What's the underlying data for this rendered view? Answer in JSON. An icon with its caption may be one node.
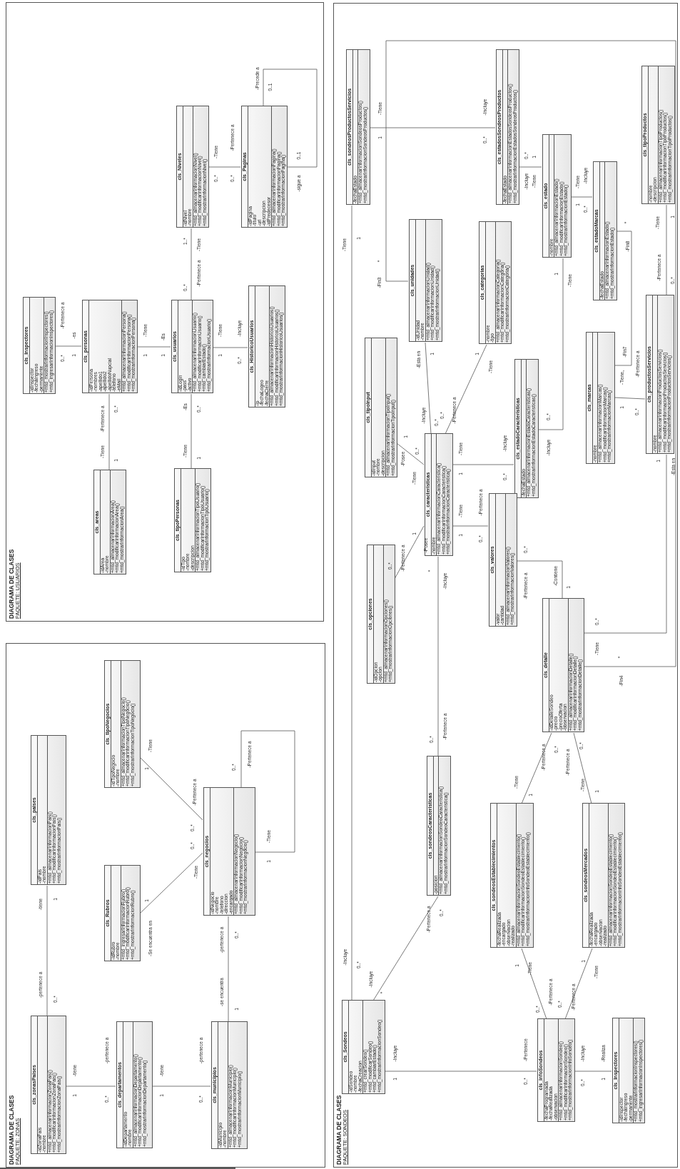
{
  "diagram": {
    "nodes": [
      {
        "text": [
          "DIAGRAMA DE CLASES",
          "PAQUETE: USUARIOS"
        ]
      },
      {
        "text": [
          "cls_Niveles",
          "-idNivel -nombre",
          "+mtd_almacenarInformacionNivel() +mtd_modificarInformacionNivel() +mtd_mostrarInformacionNivel()"
        ],
        "in": 0
      },
      {
        "text": [
          "cls_Paginas",
          "-idPagina -titulo -url -descripcion -idPredecesor",
          "+mtd_almacenarInformacionPagina() +mtd_modificarInformacionPagina() +mtd_mostrarInformacionPagina()"
        ],
        "in": 0
      },
      {
        "text": [
          "cls_Inspectores",
          "-idInspector -fechaIngreso -permanente",
          "+mtd_mostrarInformacionInspectores() +mtd_ingresarInformacionInspectores()"
        ],
        "in": 0
      },
      {
        "text": [
          "cls_personas",
          "-idPersona -nombres -apellido1 -apellido2 -apellidoNupcial -telefono -eMail",
          "+mtd_almacenarInformacionPersona() +mtd_modificarInformacionPersona() +mtd_mostrarInformacionPersona()"
        ],
        "in": 0
      },
      {
        "text": [
          "cls_usuarios",
          "-idLogin -pass -activo",
          "+mtd_almacenarInformacionUsuario() +mtd_modificarInformacionUsuario() +mtd_cambiarEstado() +mtd_mostrarInformacionUsuario()"
        ],
        "in": 0
      },
      {
        "text": [
          "cls_HistoricoUsuarios",
          "-ip -fechaLogeo -fechaCierre",
          "+mtd_almacenarInformacionHistoricoUsuarios() +mtd_modificarInformacionHistoricoUsuarios() +mtd_mostrarInformacionHistoricoUsuarios()"
        ],
        "in": 0
      },
      {
        "text": [
          "cls_areas",
          "-idArea -nombre",
          "+mtd_almacenarInformacionArea() +mtd_modificarInformacionArea() +mtd_mostrarInformacionArea()"
        ],
        "in": 0
      },
      {
        "text": [
          "cls_tipoPersonas",
          "-idTipo -nombre -descripcion",
          "+mtd_almacenarInformacionTipoUsuario() +mtd_modificarInformacionTipoUsuario() +mtd_mostrarInformacionTipoUsuario()"
        ],
        "in": 0
      },
      {
        "text": [
          "DIAGRAMA DE CLASES",
          "PAQUETE: ZONAS"
        ]
      },
      {
        "text": [
          "cls_zonasPaises",
          "-idZonaPais -nombre",
          "+mtd_almacenarInformacionZonaPais() +mtd_modificarInformacionZonaPais() +mtd_mostrarInformacionZonaPais()"
        ],
        "in": 9
      },
      {
        "text": [
          "cls_paises",
          "-idPais -nombre",
          "+mtd_almacenarInformacionPais() +mtd_modificarInformacionPais() +mtd_mostrarInformacionPais()"
        ],
        "in": 9
      },
      {
        "text": [
          "cls_departamentos",
          "-idDepartamento -nombre",
          "+mtd_almacenarInformacionDepartamento() +mtd_modificarInformacionDepartamento() +mtd_mostrarInformacionDepartamento()"
        ],
        "in": 9
      },
      {
        "text": [
          "cls_tipoNegocios",
          "-idTipoNegocio -nombre",
          "+mtd_almacenarInformacionTipoNegocio() +mtd_modificarInformacionTipoNegocio() +mtd_mostrarInformacionTipoNegocio()"
        ],
        "in": 9
      },
      {
        "text": [
          "cls_Rubros",
          "-idRubro -nombre",
          "+mtd_ingresarInformacionRubro() +mtd_modificarInformacionRubro() +mtd_mostrarInformacionRubro()"
        ],
        "in": 9
      },
      {
        "text": [
          "cls_negocios",
          "-idNegocio -nombre -telefono -direccion -encargado",
          "+mtd_almacenarInformacionNegocio() +mtd_modificarInformacionNegocio() +mtd_mostrarInformacionNegocio()"
        ],
        "in": 9
      },
      {
        "text": [
          "cls_municipios",
          "-idMunicipio -nombre",
          "+mtd_almacenarInformacionMunicipio() +mtd_modificarInformacionMunicipio() +mtd_mostrarInformacionMunicipio()"
        ],
        "in": 9
      },
      {
        "text": [
          "DIAGRAMA DE CLASES",
          "PAQUETE: SONDEOS"
        ]
      },
      {
        "text": [
          "cls_sondeosProductosServicios",
          "-fechaEstado",
          "+mtd_almacenarInformacionSondeosProductos() +mtd_mostrarInformacionSondeosProductos()"
        ],
        "in": 17
      },
      {
        "text": [
          "cls_estadosSondeosProductos",
          "-fechaEstado",
          "+mtd_almacenarInformacionEstadosSondeosProductos() +mtd_mostrarInformacionEstadosSondeosProductos()"
        ],
        "in": 17
      },
      {
        "text": [
          "cls_estado",
          "-nombre",
          "+mtd_almacenarInformacionEstado() +mtd_modificarInformacionEstado() +mtd_mostrarInformacionEstado()"
        ],
        "in": 17
      },
      {
        "text": [
          "cls_estadoMarcas",
          "-fechaEstado",
          "+mtd_almacenarInformacionEstado() +mtd_mostrarInformacionEstado()"
        ],
        "in": 17
      },
      {
        "text": [
          "cls_tipoProductos",
          "-nombre -descripcion",
          "+mtd_almacenarInformacionTipoProductos() +mtd_modificarInformacionTipoProductos() +mtd_mostrarInformacionTipoProductos()"
        ],
        "in": 17
      },
      {
        "text": [
          "cls_unidades",
          "-idUnidad -nombre",
          "+mtd_almacenarInformacionUnidad() +mtd_modificarInformacionUnidad() +mtd_mostrarInformacionUnidad()"
        ],
        "in": 17
      },
      {
        "text": [
          "cls_categorias",
          "-nombre -tipo",
          "+mtd_almacenarInformacionCategoria() +mtd_modificarInformacionCategoria() +mtd_mostrarInformacionCategoria()"
        ],
        "in": 17
      },
      {
        "text": [
          "cls_tipoInput",
          "-idInput -nombre -descripcion",
          "+mtd_almacenarInformacionTipoInput() +mtd_mostrarInformacionTipoInput()"
        ],
        "in": 17
      },
      {
        "text": [
          "cls_estadoCaracteristicas",
          "-fechaEstado",
          "+mtd_almacenarInformacionEstadoCaracteristicas() +mtd_mostrarInformacionEstadoCaracteristicas()"
        ],
        "in": 17
      },
      {
        "text": [
          "cls_marcas",
          "-nombre",
          "+mtd_almacenarInformacionMarcas() +mtd_modificarInformacionMarcas() +mtd_mostrarInformacionMarcas()"
        ],
        "in": 17
      },
      {
        "text": [
          "cls_productosServicios",
          "-nombre",
          "+mtd_almacenarInformacionProductosServicios() +mtd_modificarInformacionProductosServicios() +mtd_mostrarInformacionProductosServicios()"
        ],
        "in": 17
      },
      {
        "text": [
          "cls_caracteristicas",
          "-nombre",
          "+mtd_almacenarInformacionCaracteristica() +mtd_modificarInformacionCaracteristica() +mtd_mostrarInformacionCaracteristica()"
        ],
        "in": 17
      },
      {
        "text": [
          "cls_opciones",
          "-idOpcion -opcion",
          "+mtd_almacenarInformacionOpciones() +mtd_mostrarInformacionOpciones()"
        ],
        "in": 17
      },
      {
        "text": [
          "cls_valores",
          "-valor -cantidad",
          "+mtd_almacenarInformacionValores() +mtd_mostrarInformacionValores()"
        ],
        "in": 17
      },
      {
        "text": [
          "cls_detalle",
          "-idDetalleSondeo -precio -precioOferta -observacion",
          "+mtd_almacenarInformacionDetalle() +mtd_modificarInformacionDetalle() +mtd_mostrarInformacionDetalle()"
        ],
        "in": 17
      },
      {
        "text": [
          "cls_sondeosCaracteristicas",
          "-posicion",
          "+mtd_almacenarInformacionSondeoCaracteristica() +mtd_mostrarInformacionSondeoCaracteristica()"
        ],
        "in": 17
      },
      {
        "text": [
          "cls_sondeosEstablecimientos",
          "-fechaRealizada -encargado -observacion -realizado",
          "+mtd_almacenarInformacionSondeoEstablecimiento() +mtd_modificarInformacionSondeoEstablecimiento() +mtd_mostrarInformacionInfoSondeoEstablecimiento()"
        ],
        "in": 17
      },
      {
        "text": [
          "cls_sondeosMercados",
          "-fechaRealizada -encargado -observacion -realizado",
          "+mtd_almacenarInformacionSondeoEstablecimiento() +mtd_modificarInformacionSondeoEstablecimiento() +mtd_mostrarInformacionInfoSondeoEstablecimiento()"
        ],
        "in": 17
      },
      {
        "text": [
          "cls_Sondeos",
          "-idSondeo -nombre -fechaCreacion",
          "+mtd_crearSondeo() +mtd_modificarSondeo() +mtd_cambiarEstado() +mtd_mostrarInformacionSondeo()"
        ],
        "in": 17
      },
      {
        "text": [
          "cls_infoSondeos",
          "-fechaProgramada -fechaRealizada -observacion",
          "+mtd_almacenarInformacionSondeo() +mtd_modificarInformacionSondeo() +mtd_mostrarInformacionInfoSondeo()"
        ],
        "in": 17
      },
      {
        "text": [
          "cls_Inspectores",
          "-idInspector -fechaIngreso -permanente",
          "+mtd_mostrarInformacionInspectores() +mtd_ingresarInformacionInspectores()"
        ],
        "in": 17
      }
    ],
    "edges": [
      {
        "from": 1,
        "to": 2,
        "arrow": "none"
      },
      {
        "from": 2,
        "to": 2,
        "arrow": "none"
      },
      {
        "from": 1,
        "to": 5,
        "arrow": "none"
      },
      {
        "from": 3,
        "to": 4,
        "arrow": "none"
      },
      {
        "from": 4,
        "to": 5,
        "arrow": "none"
      },
      {
        "from": 5,
        "to": 6,
        "arrow": "none"
      },
      {
        "from": 4,
        "to": 7,
        "arrow": "none"
      },
      {
        "from": 5,
        "to": 8,
        "arrow": "none"
      },
      {
        "from": 10,
        "to": 11,
        "arrow": "none"
      },
      {
        "from": 10,
        "to": 12,
        "arrow": "none"
      },
      {
        "from": 12,
        "to": 16,
        "arrow": "none"
      },
      {
        "from": 16,
        "to": 15,
        "arrow": "none"
      },
      {
        "from": 14,
        "to": 15,
        "arrow": "none"
      },
      {
        "from": 13,
        "to": 15,
        "arrow": "none"
      },
      {
        "from": 15,
        "to": 15,
        "arrow": "none"
      },
      {
        "from": 18,
        "to": 19,
        "arrow": "none"
      },
      {
        "from": 18,
        "to": 36,
        "arrow": "none"
      },
      {
        "from": 19,
        "to": 20,
        "arrow": "none"
      },
      {
        "from": 20,
        "to": 21,
        "arrow": "none"
      },
      {
        "from": 20,
        "to": 26,
        "arrow": "none"
      },
      {
        "from": 21,
        "to": 27,
        "arrow": "none"
      },
      {
        "from": 27,
        "to": 28,
        "arrow": "none"
      },
      {
        "from": 22,
        "to": 28,
        "arrow": "none"
      },
      {
        "from": 23,
        "to": 29,
        "arrow": "none"
      },
      {
        "from": 24,
        "to": 29,
        "arrow": "none"
      },
      {
        "from": 25,
        "to": 29,
        "arrow": "none"
      },
      {
        "from": 29,
        "to": 26,
        "arrow": "none"
      },
      {
        "from": 29,
        "to": 31,
        "arrow": "none"
      },
      {
        "from": 30,
        "to": 29,
        "arrow": "none"
      },
      {
        "from": 29,
        "to": 33,
        "arrow": "none"
      },
      {
        "from": 31,
        "to": 32,
        "arrow": "none"
      },
      {
        "from": 32,
        "to": 28,
        "arrow": "none"
      },
      {
        "from": 32,
        "to": 23,
        "arrow": "none"
      },
      {
        "from": 32,
        "to": 34,
        "arrow": "none"
      },
      {
        "from": 32,
        "to": 35,
        "arrow": "none"
      },
      {
        "from": 36,
        "to": 33,
        "arrow": "none"
      },
      {
        "from": 36,
        "to": 37,
        "arrow": "none"
      },
      {
        "from": 37,
        "to": 38,
        "arrow": "none"
      },
      {
        "from": 37,
        "to": 34,
        "arrow": "none"
      },
      {
        "from": 37,
        "to": 35,
        "arrow": "none"
      }
    ],
    "labels": [
      "-Tiene",
      "0..*",
      "-Pertenece a",
      "0..*",
      "-Precede a",
      "0..1",
      "0..1",
      "-sigue a",
      "1..*",
      "-Tiene",
      "0..*",
      "-Pertenece a",
      "-Pertenece a",
      "0..*",
      "-es",
      "1",
      "-Tiene",
      "1",
      "-Es",
      "1",
      "-Tiene",
      "1",
      "-Incluye",
      "0..*",
      "-Pertenece a",
      "0..*",
      "-Tiene",
      "1",
      "-Es",
      "0..*",
      "-Tiene",
      "1",
      "-pertenece a",
      "0..*",
      "-tiene",
      "1",
      "-tiene",
      "1",
      "-pertenece a",
      "0..*",
      "-tiene",
      "1",
      "-pertenece a",
      "0..*",
      "-se encuentra",
      "1",
      "-pertenece a",
      "0..*",
      "-Se encuentra en",
      "1",
      "-Tiene",
      "0..*",
      "-Tiene",
      "1",
      "-Pertenece a",
      "0..*",
      "-Tiene",
      "1",
      "-Pertenece a",
      "0..*",
      "-Tiene",
      "1",
      "-Incluye",
      "0..*",
      "-Tiene",
      "1",
      "-Incluye",
      "0..*",
      "0..*",
      "1",
      "-Incluye",
      "-Tiene",
      "-Tiene",
      "-Incluye",
      "1",
      "0..*",
      "1",
      "-Tiene",
      "0..*",
      "-Incluye",
      "*",
      "-Fin8",
      "-Fin7",
      "-Tiene,",
      "-Pertenece a",
      "1",
      "0..*",
      "-Tiene",
      "1",
      "-Pertenece a",
      "0..*",
      "-Esta en",
      "1",
      "-Incluye",
      "0..*",
      "1",
      "-Tiene",
      "-Pertenece a",
      "0..*",
      "1",
      "-Posee",
      "0..*",
      "-Tiene",
      "-Tiene",
      "1",
      "-Incluye",
      "0..*",
      "-Tiene",
      "1",
      "-Pertenece a",
      "0..*",
      "1",
      "-Posee",
      "-Pertenece a",
      "0..*",
      "*",
      "-Incluye",
      "0..*",
      "-Pertenece a",
      "0..*",
      "-Pertenece a",
      "-Contiene",
      "1",
      "0..*",
      "-Tiene",
      "1",
      "-Esta en",
      "*",
      "-Fin4",
      "*",
      "-Fin3",
      "-Pertenece a",
      "0..*",
      "-Tiene",
      "1",
      "0..*",
      "-Pertenece a",
      "-Tiene",
      "1",
      "-Incluye",
      "*",
      "-Pertenece a",
      "0..*",
      "-Incluye",
      "1",
      "-Pertenece",
      "0..*",
      "-Incluye",
      "0..*",
      "-Realiza",
      "1",
      "1",
      "-Tiene",
      "0..*",
      "-Pertenece a",
      "1",
      "-Tiene",
      "0..*",
      "-Pertenece a"
    ]
  }
}
